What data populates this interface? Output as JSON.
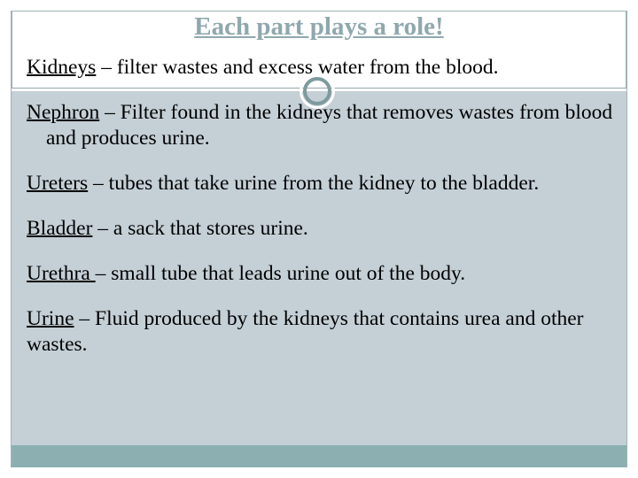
{
  "slide": {
    "title": "Each part plays a role!",
    "title_color": "#8fa8ad",
    "body_background": "#c4cfd6",
    "accent_bar_color": "#8cb0b1",
    "border_color": "#9fb3b8",
    "text_color": "#000000"
  },
  "content": {
    "paragraphs": [
      {
        "term": "Kidneys",
        "definition": " – filter wastes and excess water from the blood."
      },
      {
        "term": "Nephron",
        "definition": " – Filter found in the kidneys that removes wastes from blood and produces urine."
      },
      {
        "term": "Ureters",
        "definition": " – tubes that take urine from the kidney to the bladder."
      },
      {
        "term": "Bladder",
        "definition": " – a sack that stores urine."
      },
      {
        "term": "Urethra ",
        "definition": "– small tube that leads urine out of the body."
      },
      {
        "term": "Urine",
        "definition": " – Fluid produced by the kidneys that contains urea and other wastes."
      }
    ]
  },
  "decorations": {
    "ring": "circle-ring-decoration",
    "rule": "horizontal-rule-decoration"
  }
}
